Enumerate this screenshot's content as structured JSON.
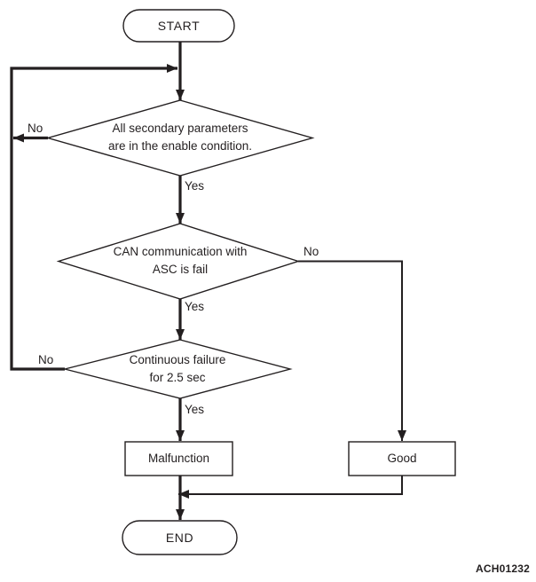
{
  "colors": {
    "ink": "#231f20",
    "background": "#ffffff"
  },
  "flowchart": {
    "start": "START",
    "decision1": {
      "line1": "All secondary parameters",
      "line2": "are in the enable condition."
    },
    "decision2": {
      "line1": "CAN communication with",
      "line2": "ASC is fail"
    },
    "decision3": {
      "line1": "Continuous failure",
      "line2": "for 2.5 sec"
    },
    "malfunction": "Malfunction",
    "good": "Good",
    "end": "END",
    "branch_labels": {
      "decision1_no": "No",
      "decision1_yes": "Yes",
      "decision2_no": "No",
      "decision2_yes": "Yes",
      "decision3_no": "No",
      "decision3_yes": "Yes"
    },
    "figure_code": "ACH01232"
  }
}
